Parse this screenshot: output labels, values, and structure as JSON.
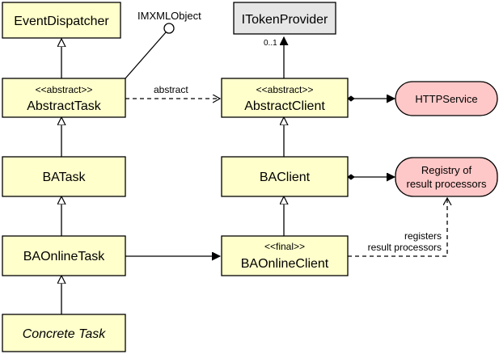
{
  "nodes": {
    "event_dispatcher": {
      "name": "EventDispatcher"
    },
    "abstract_task": {
      "stereotype": "<<abstract>>",
      "name": "AbstractTask"
    },
    "ba_task": {
      "name": "BATask"
    },
    "ba_online_task": {
      "name": "BAOnlineTask"
    },
    "concrete_task": {
      "name": "Concrete Task"
    },
    "itoken_provider": {
      "name": "ITokenProvider"
    },
    "abstract_client": {
      "stereotype": "<<abstract>>",
      "name": "AbstractClient"
    },
    "ba_client": {
      "name": "BAClient"
    },
    "ba_online_client": {
      "stereotype": "<<final>>",
      "name": "BAOnlineClient"
    },
    "http_service": {
      "name": "HTTPService"
    },
    "registry": {
      "line1": "Registry of",
      "line2": "result processors"
    }
  },
  "labels": {
    "imxml_object": "IMXMLObject",
    "multiplicity": "0..1",
    "abstract_edge": "abstract",
    "registers_line1": "registers",
    "registers_line2": "result processors"
  }
}
